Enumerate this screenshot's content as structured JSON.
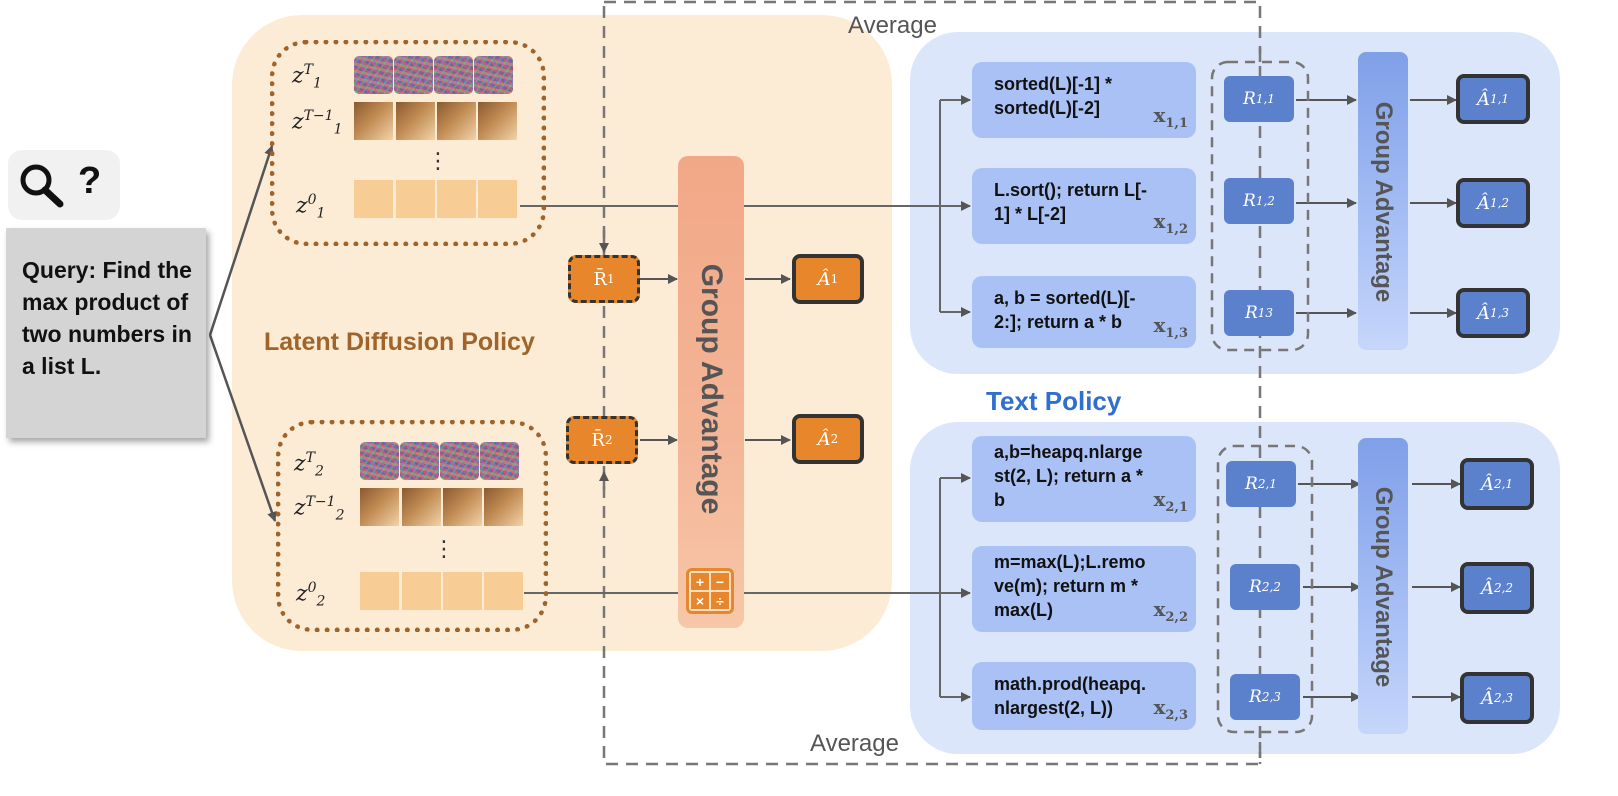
{
  "query": {
    "icon_question": "?",
    "text": "Query: Find the max product of two numbers in a list L."
  },
  "latent": {
    "title": "Latent Diffusion Policy",
    "group_advantage": "Group Advantage",
    "groups": [
      {
        "z_top": "z",
        "z_sub": "1",
        "z_sup_top": "T",
        "z_sup_mid": "T−1",
        "z_sup_bot": "0",
        "rbar": "R̄",
        "rbar_sub": "1",
        "ahat": "Â",
        "ahat_sub": "1"
      },
      {
        "z_top": "z",
        "z_sub": "2",
        "z_sup_top": "T",
        "z_sup_mid": "T−1",
        "z_sup_bot": "0",
        "rbar": "R̄",
        "rbar_sub": "2",
        "ahat": "Â",
        "ahat_sub": "2"
      }
    ],
    "vdots": "⋮"
  },
  "text_policy": {
    "title": "Text Policy",
    "group_advantage": "Group Advantage",
    "panels": [
      {
        "items": [
          {
            "code_lines": [
              "sorted(L)[-1] *",
              "sorted(L)[-2]"
            ],
            "x": "x",
            "x_sub": "1,1",
            "r": "R",
            "r_sub": "1,1",
            "a": "Â",
            "a_sub": "1,1"
          },
          {
            "code_lines": [
              "L.sort(); return L[-",
              "1] * L[-2]"
            ],
            "x": "x",
            "x_sub": "1,2",
            "r": "R",
            "r_sub": "1,2",
            "a": "Â",
            "a_sub": "1,2"
          },
          {
            "code_lines": [
              "a, b = sorted(L)[-",
              "2:]; return a * b"
            ],
            "x": "x",
            "x_sub": "1,3",
            "r": "R",
            "r_sub": "13",
            "a": "Â",
            "a_sub": "1,3"
          }
        ]
      },
      {
        "items": [
          {
            "code_lines": [
              "a,b=heapq.nlarge",
              "st(2, L); return a *",
              "b"
            ],
            "x": "x",
            "x_sub": "2,1",
            "r": "R",
            "r_sub": "2,1",
            "a": "Â",
            "a_sub": "2,1"
          },
          {
            "code_lines": [
              "m=max(L);L.remo",
              "ve(m); return m *",
              "max(L)"
            ],
            "x": "x",
            "x_sub": "2,2",
            "r": "R",
            "r_sub": "2,2",
            "a": "Â",
            "a_sub": "2,2"
          },
          {
            "code_lines": [
              "math.prod(heapq.",
              "nlargest(2, L))"
            ],
            "x": "x",
            "x_sub": "2,3",
            "r": "R",
            "r_sub": "2,3",
            "a": "Â",
            "a_sub": "2,3"
          }
        ]
      }
    ]
  },
  "average_top": "Average",
  "average_bottom": "Average",
  "calculator_symbols": [
    "+",
    "−",
    "×",
    "÷"
  ],
  "colors": {
    "latent_bg": "#fcecd6",
    "text_bg": "#dce6fa",
    "orange": "#e7862a",
    "blue": "#5b81cc"
  }
}
